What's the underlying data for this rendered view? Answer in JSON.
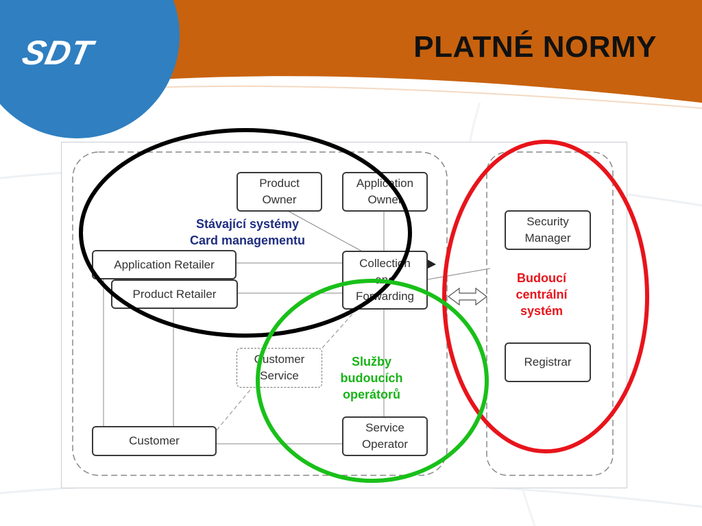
{
  "slide": {
    "logo_text": "SDT",
    "title": "PLATNÉ NORMY"
  },
  "nodes": {
    "product_owner": "Product\nOwner",
    "application_owner": "Application\nOwner",
    "security_manager": "Security\nManager",
    "application_retailer": "Application Retailer",
    "product_retailer": "Product Retailer",
    "collection_forwarding": "Collection\nand\nForwarding",
    "registrar": "Registrar",
    "customer_service": "Customer\nService",
    "customer": "Customer",
    "service_operator": "Service\nOperator"
  },
  "annotations": {
    "existing_systems": "Stávající systémy\nCard managementu",
    "future_central": "Budoucí\ncentrální\nsystém",
    "operator_services": "Služby\nbudoucích\noperátorů"
  },
  "colors": {
    "header_orange": "#C8620E",
    "logo_blue": "#2F7FC1",
    "existing_ellipse": "#000000",
    "future_ellipse": "#E8141B",
    "operator_ellipse": "#19C019",
    "existing_text": "#1F2E80",
    "future_text": "#E8141B",
    "operator_text": "#19B319"
  }
}
